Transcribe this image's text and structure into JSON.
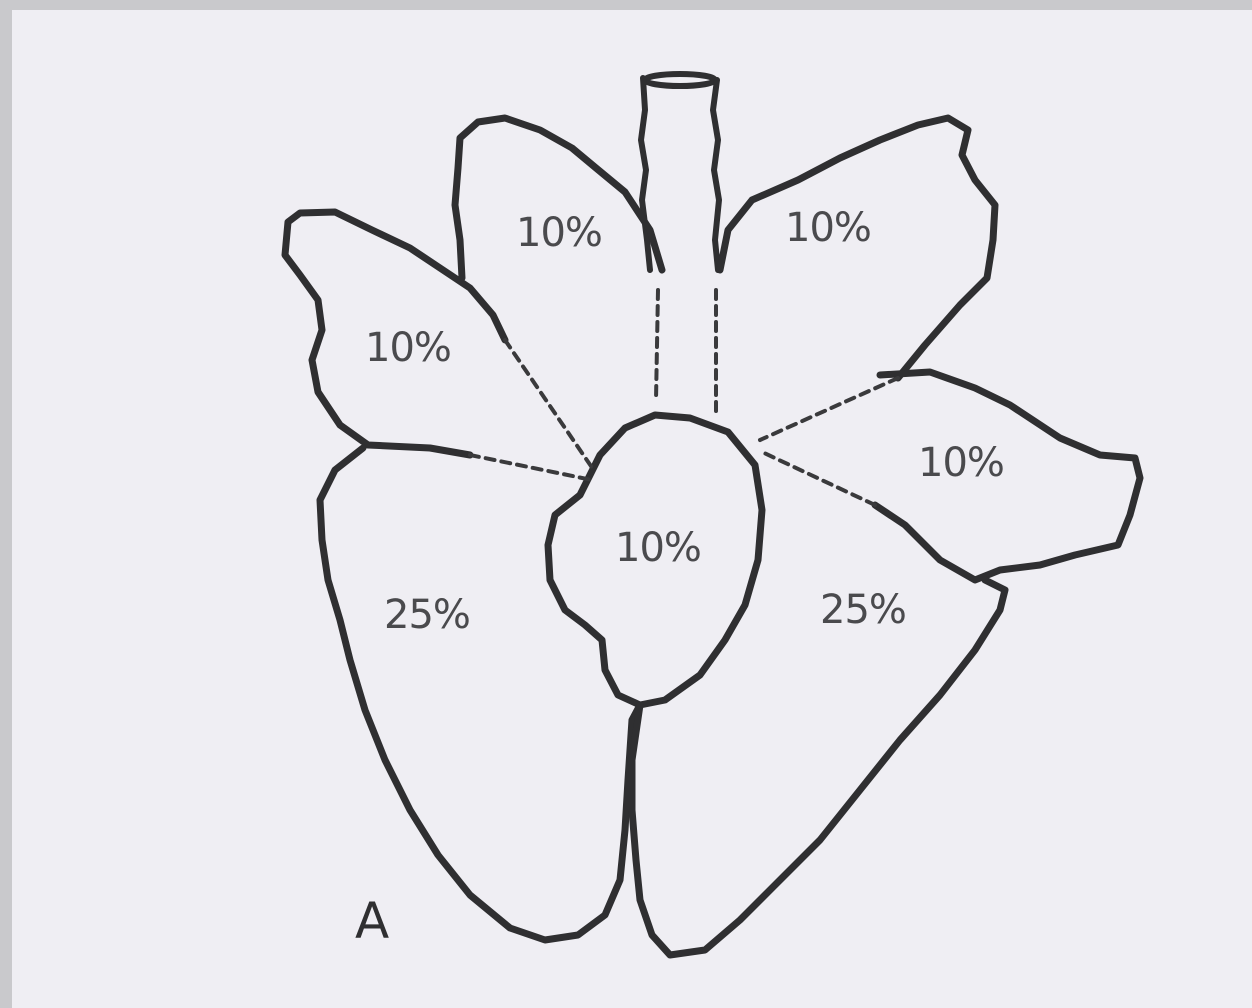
{
  "panel_label": "A",
  "lobes": {
    "left_upper_small": "10%",
    "left_upper_top": "10%",
    "right_upper_top": "10%",
    "right_middle": "10%",
    "accessory": "10%",
    "left_lower": "25%",
    "right_lower": "25%"
  },
  "colors": {
    "outline": "#2f2f31",
    "background": "#efeef3",
    "label_text": "#4a4a4d"
  }
}
